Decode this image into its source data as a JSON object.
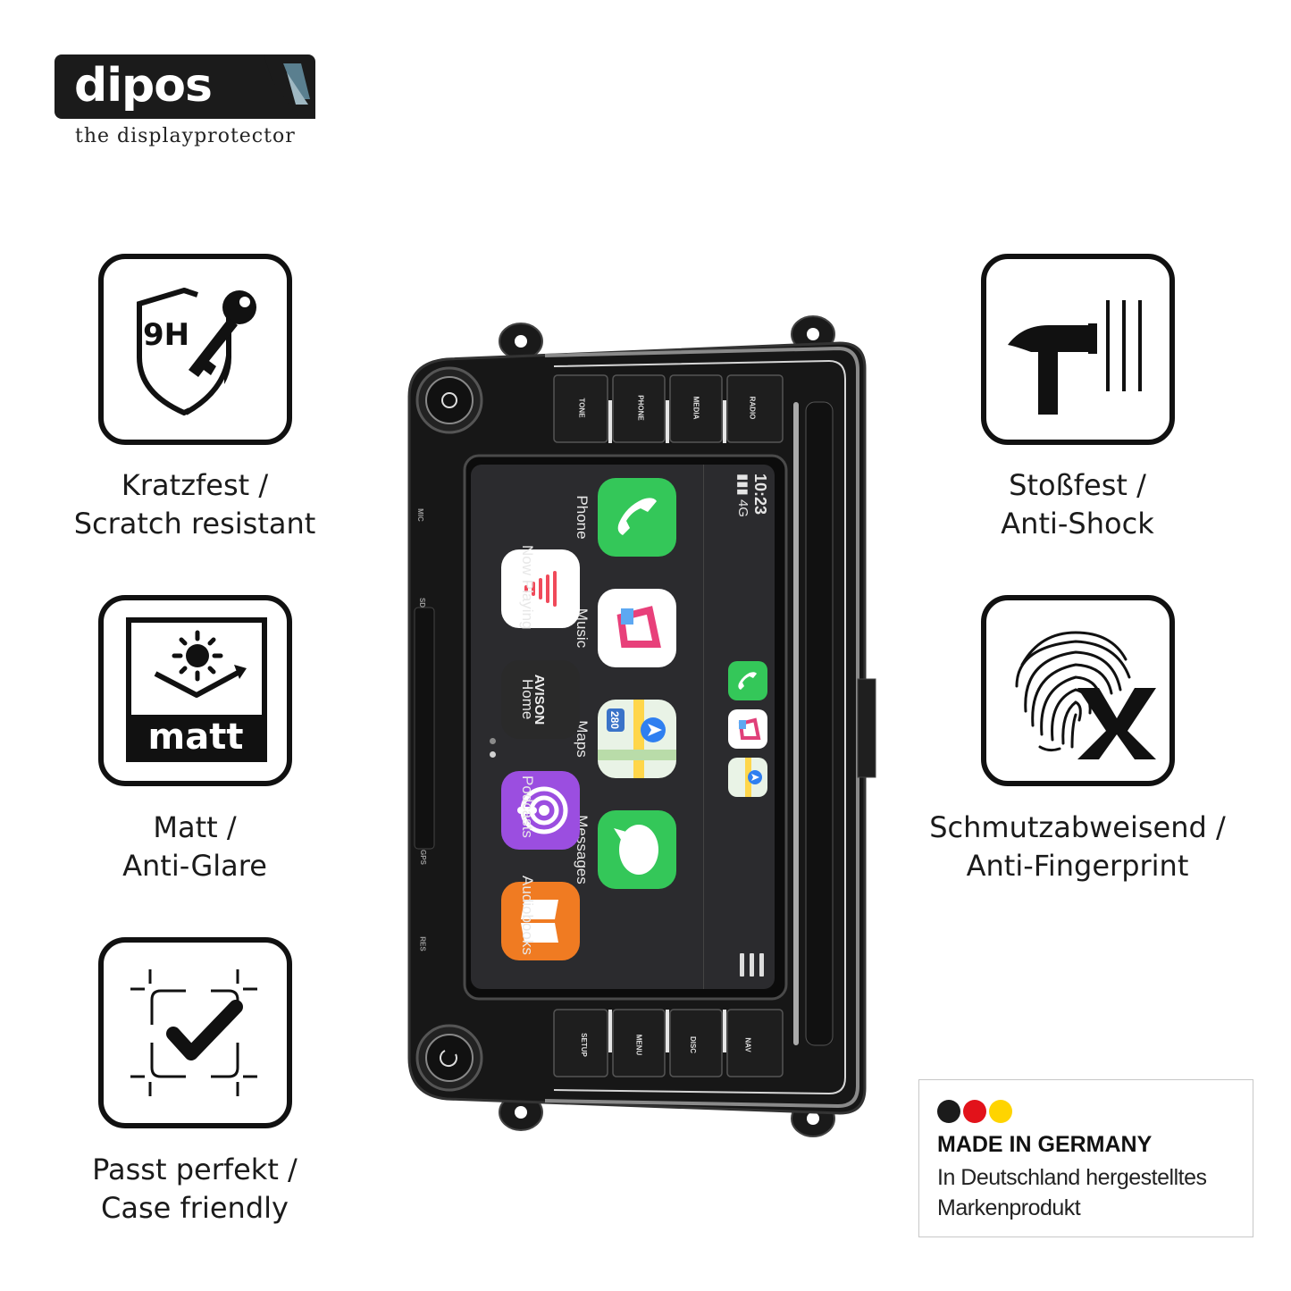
{
  "brand": {
    "logo_word": "dipos",
    "tagline": "the displayprotector"
  },
  "features": {
    "scratch": {
      "line1": "Kratzfest /",
      "line2": "Scratch resistant",
      "icon_text": "9H",
      "icon": "shield-key-icon"
    },
    "matt": {
      "line1": "Matt /",
      "line2": "Anti-Glare",
      "icon_text": "matt",
      "icon": "sun-glare-icon"
    },
    "fit": {
      "line1": "Passt perfekt /",
      "line2": "Case friendly",
      "icon": "checkmark-frame-icon"
    },
    "shock": {
      "line1": "Stoßfest /",
      "line2": "Anti-Shock",
      "icon": "hammer-icon"
    },
    "fingerprint": {
      "line1": "Schmutzabweisend /",
      "line2": "Anti-Fingerprint",
      "icon": "fingerprint-x-icon"
    }
  },
  "device": {
    "top_buttons": [
      "TONE",
      "PHONE",
      "MEDIA",
      "RADIO"
    ],
    "bottom_buttons": [
      "SETUP",
      "MENU",
      "DISC",
      "NAV"
    ],
    "side_labels": [
      "MIC",
      "SD",
      "GPS",
      "RES"
    ],
    "screen": {
      "time": "10:23",
      "signal": "4G",
      "apps": [
        {
          "label": "Now Playing",
          "color": "#ffffff",
          "icon": "now-playing-icon"
        },
        {
          "label": "Home",
          "color": "#2a2a2a",
          "icon": "avison-icon",
          "icon_text": "AVISON"
        },
        {
          "label": "Podcasts",
          "color": "#9b4ee0",
          "icon": "podcasts-icon"
        },
        {
          "label": "Audiobooks",
          "color": "#f07b22",
          "icon": "audiobooks-icon"
        },
        {
          "label": "Phone",
          "color": "#34c759",
          "icon": "phone-icon"
        },
        {
          "label": "Music",
          "color": "#ffffff",
          "icon": "music-icon"
        },
        {
          "label": "Maps",
          "color": "#e9f3e6",
          "icon": "maps-icon",
          "icon_text": "280"
        },
        {
          "label": "Messages",
          "color": "#34c759",
          "icon": "messages-icon"
        }
      ]
    }
  },
  "made_in_germany": {
    "title": "MADE IN GERMANY",
    "line1": "In Deutschland hergestelltes",
    "line2": "Markenprodukt",
    "colors": [
      "#1b1b1b",
      "#e2121a",
      "#ffd400"
    ]
  }
}
